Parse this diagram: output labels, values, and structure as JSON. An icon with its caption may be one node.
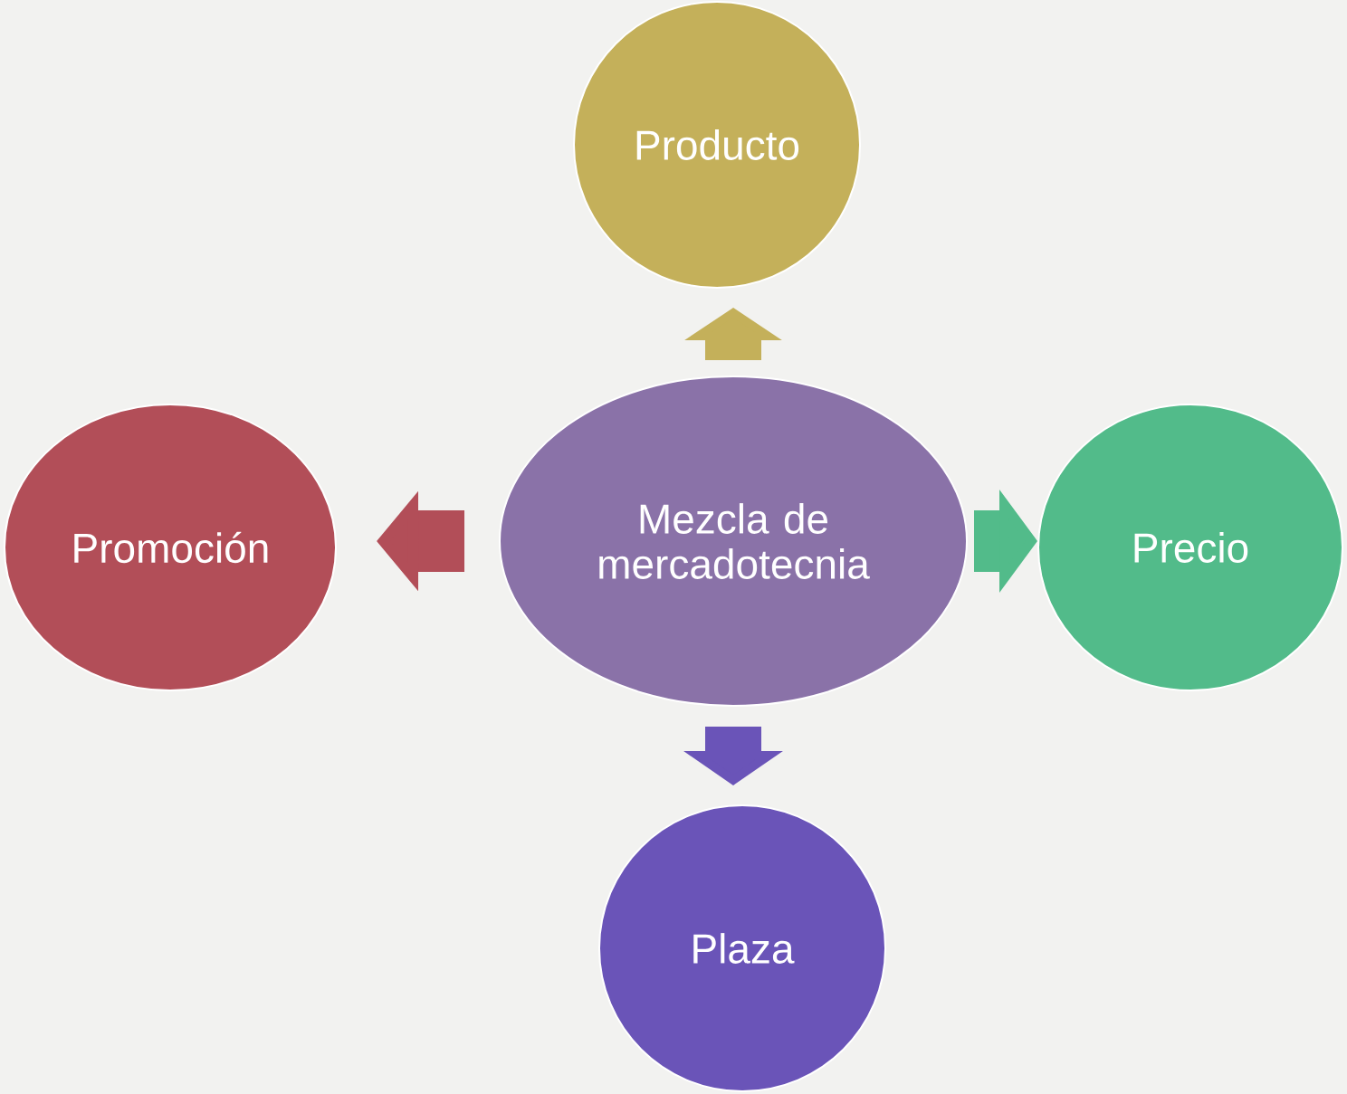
{
  "diagram": {
    "nodes": [
      {
        "text": [
          "Mezcla de mercadotecnia"
        ]
      },
      {
        "text": [
          "Producto"
        ]
      },
      {
        "text": [
          "Precio"
        ]
      },
      {
        "text": [
          "Plaza"
        ]
      },
      {
        "text": [
          "Promoción"
        ]
      }
    ],
    "edges": [
      {
        "from": 0,
        "to": 1,
        "arrow": "to",
        "color": "#c4b05a"
      },
      {
        "from": 0,
        "to": 2,
        "arrow": "to",
        "color": "#52bb8a"
      },
      {
        "from": 0,
        "to": 3,
        "arrow": "to",
        "color": "#6a54b8"
      },
      {
        "from": 0,
        "to": 4,
        "arrow": "to",
        "color": "#b24e58"
      }
    ]
  }
}
